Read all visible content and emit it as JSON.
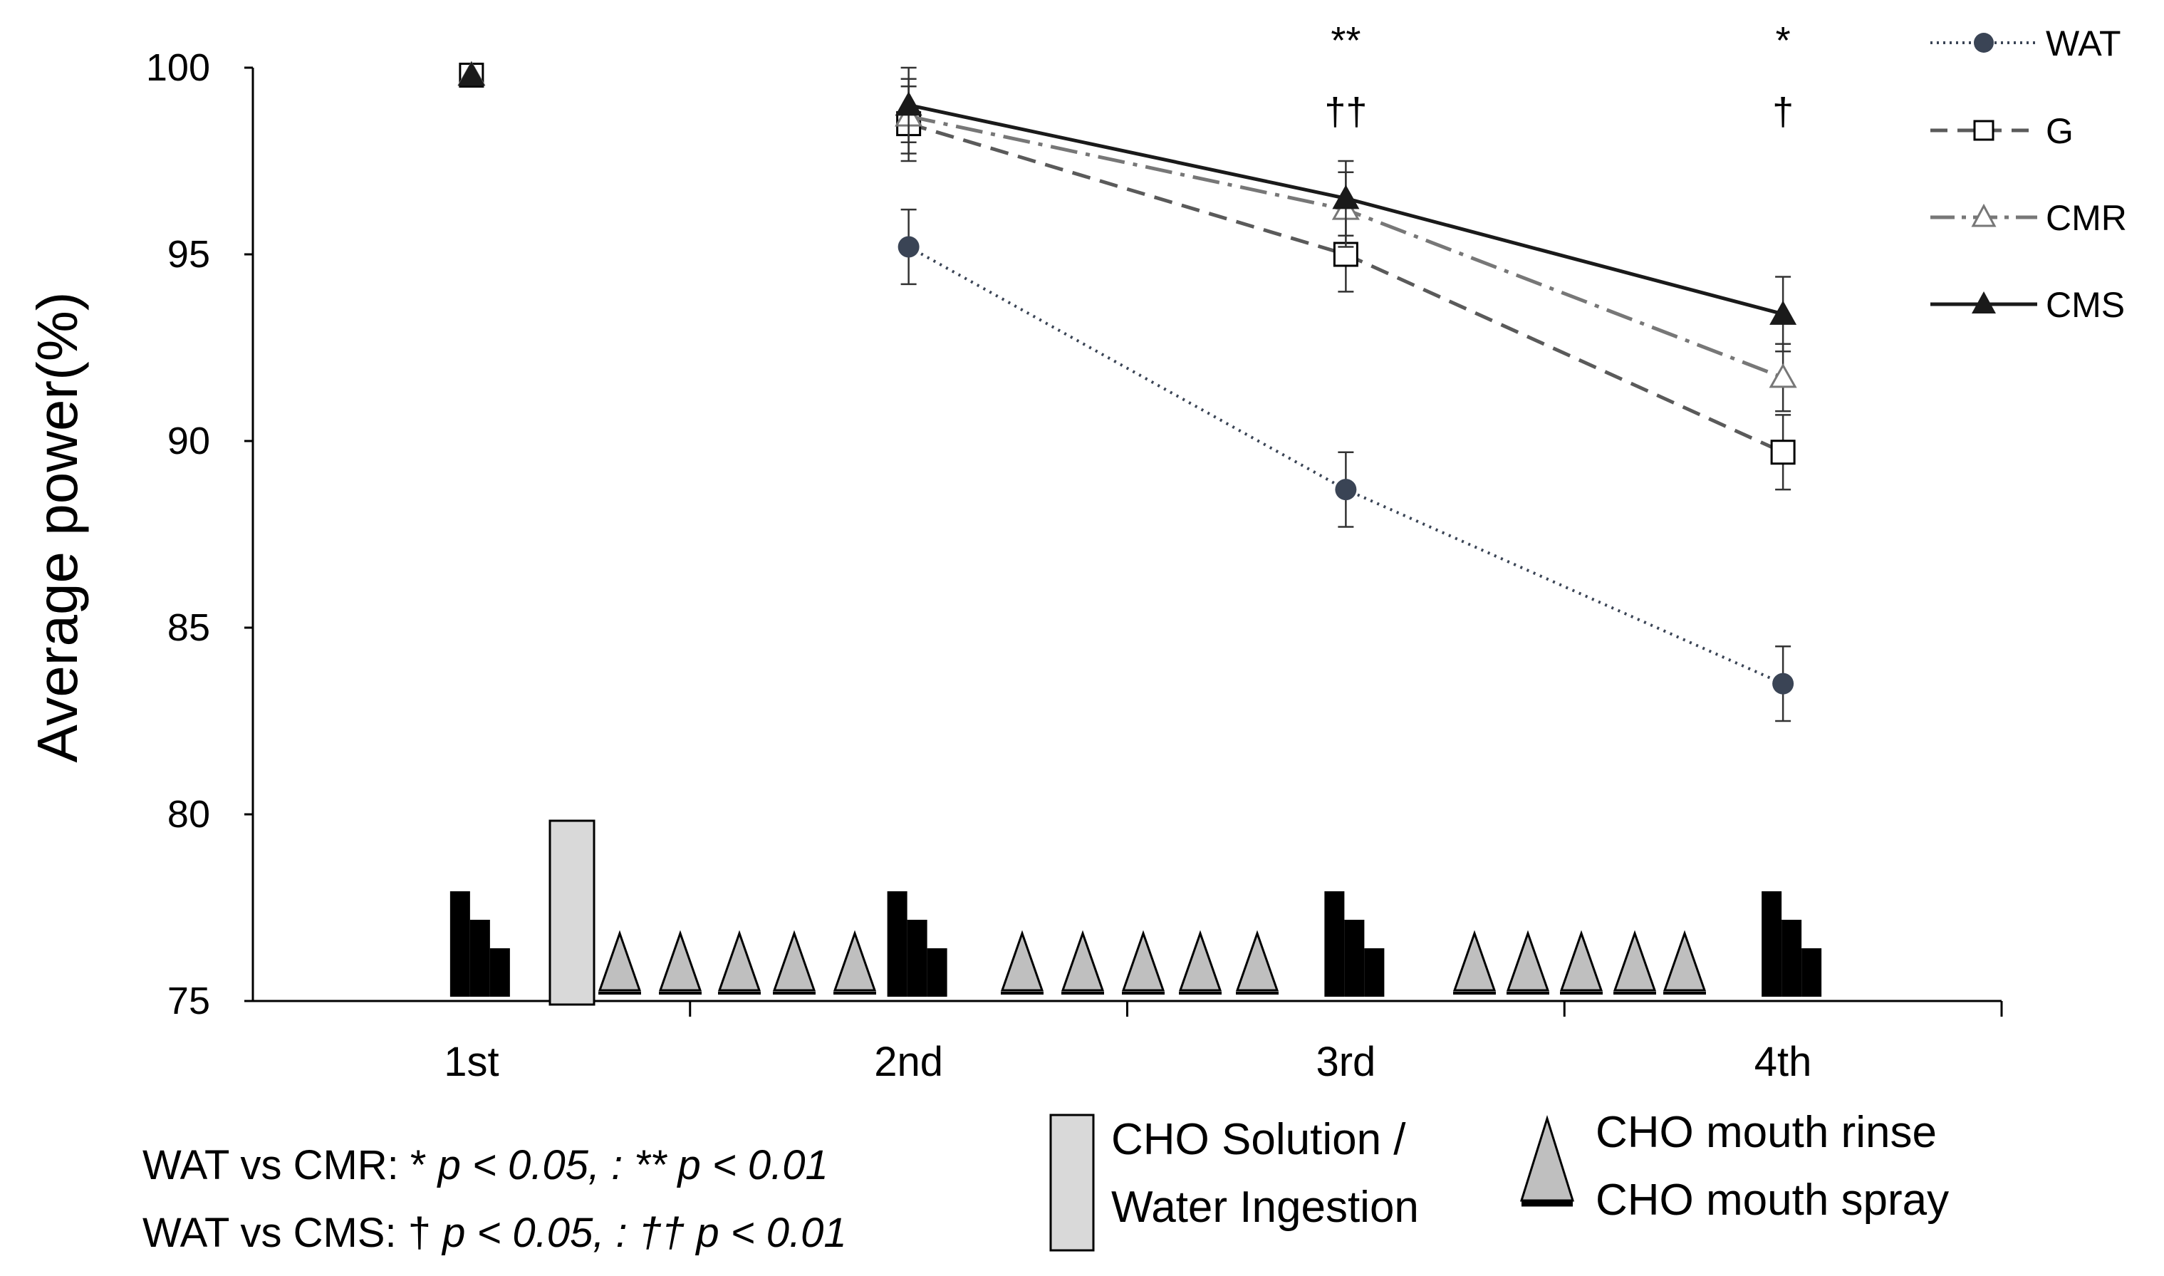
{
  "chart_data": {
    "type": "line",
    "ylabel": "Average power(%)",
    "categories": [
      "1st",
      "2nd",
      "3rd",
      "4th"
    ],
    "yticks": [
      75,
      80,
      85,
      90,
      95,
      100
    ],
    "ylim": [
      75,
      100
    ],
    "grid": false,
    "legend_position": "top-right",
    "series": [
      {
        "name": "WAT",
        "style": "dotted",
        "marker": "filled-circle",
        "color": "#3a4455",
        "values": [
          99.8,
          95.2,
          88.7,
          83.5
        ],
        "errors": [
          0,
          1.0,
          1.0,
          1.0
        ]
      },
      {
        "name": "G",
        "style": "dashed",
        "marker": "open-square",
        "color": "#5a5a5a",
        "values": [
          99.8,
          98.5,
          95.0,
          89.7
        ],
        "errors": [
          0,
          1.0,
          1.0,
          1.0
        ]
      },
      {
        "name": "CMR",
        "style": "dash-dot",
        "marker": "open-triangle",
        "color": "#777777",
        "values": [
          99.8,
          98.7,
          96.2,
          91.7
        ],
        "errors": [
          0,
          1.0,
          1.0,
          0.9
        ]
      },
      {
        "name": "CMS",
        "style": "solid",
        "marker": "filled-triangle",
        "color": "#1a1a1a",
        "values": [
          99.8,
          99.0,
          96.5,
          93.4
        ],
        "errors": [
          0,
          1.0,
          1.0,
          1.0
        ]
      }
    ],
    "significance_markers": [
      {
        "category": "3rd",
        "upper": "**",
        "lower": "††"
      },
      {
        "category": "4th",
        "upper": "*",
        "lower": "†"
      }
    ],
    "protocol_legend": {
      "solution_label_line1": "CHO Solution /",
      "solution_label_line2": "Water Ingestion",
      "rinse_label": "CHO mouth rinse",
      "spray_label": "CHO mouth spray"
    },
    "footnote": {
      "line1_prefix": "WAT vs CMR: * ",
      "line1_italic": "p < 0.05, : ** p < 0.01",
      "line2_prefix": "WAT vs CMS: † ",
      "line2_italic": "p < 0.05, : †† p < 0.01"
    },
    "colors": {
      "axis": "#000000",
      "step_block": "#000000",
      "solution_fill": "#d9d9d9",
      "rinse_fill": "#bfbfbf"
    }
  }
}
